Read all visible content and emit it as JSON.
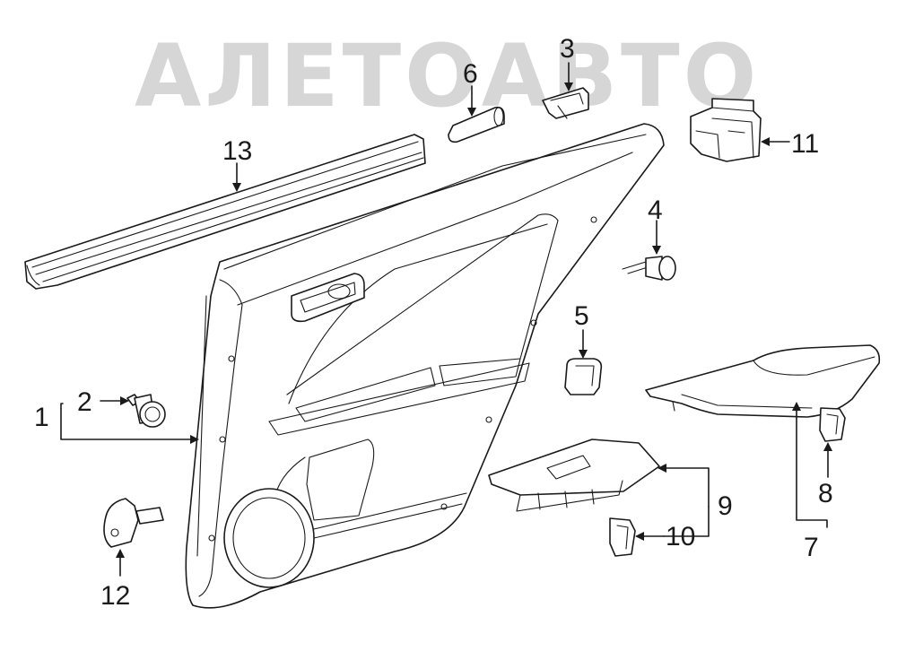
{
  "watermark": "АЛЕТОАВТО",
  "callouts": [
    {
      "id": "1",
      "label": "1"
    },
    {
      "id": "2",
      "label": "2"
    },
    {
      "id": "3",
      "label": "3"
    },
    {
      "id": "4",
      "label": "4"
    },
    {
      "id": "5",
      "label": "5"
    },
    {
      "id": "6",
      "label": "6"
    },
    {
      "id": "7",
      "label": "7"
    },
    {
      "id": "8",
      "label": "8"
    },
    {
      "id": "9",
      "label": "9"
    },
    {
      "id": "10",
      "label": "10"
    },
    {
      "id": "11",
      "label": "11"
    },
    {
      "id": "12",
      "label": "12"
    },
    {
      "id": "13",
      "label": "13"
    }
  ]
}
